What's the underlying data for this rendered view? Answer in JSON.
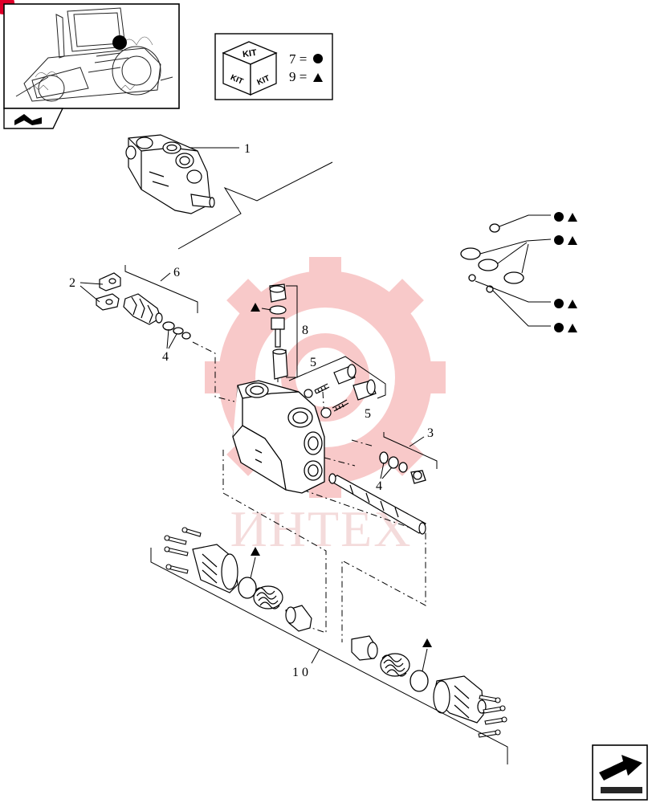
{
  "kit_legend": {
    "kit_top": "KIT",
    "kit_left": "KIT",
    "kit_right": "KIT",
    "line_circle": "7 =",
    "line_triangle": "9 ="
  },
  "callouts": {
    "c1": "1",
    "c2": "2",
    "c3": "3",
    "c4a": "4",
    "c4b": "4",
    "c5a": "5",
    "c5b": "5",
    "c6": "6",
    "c8": "8",
    "c10": "1 0"
  },
  "watermark": {
    "text": "ИНТЕХ",
    "color": "#f2a0a0"
  },
  "colors": {
    "ink": "#000000",
    "paper": "#ffffff",
    "corner_marker": "#e0002a"
  },
  "icons": {
    "thumbnail": "tractor-location-thumbnail",
    "section": "hydraulic-section-icon",
    "next_page": "next-page-arrow-icon",
    "kit_box": "kit-box-icon"
  }
}
